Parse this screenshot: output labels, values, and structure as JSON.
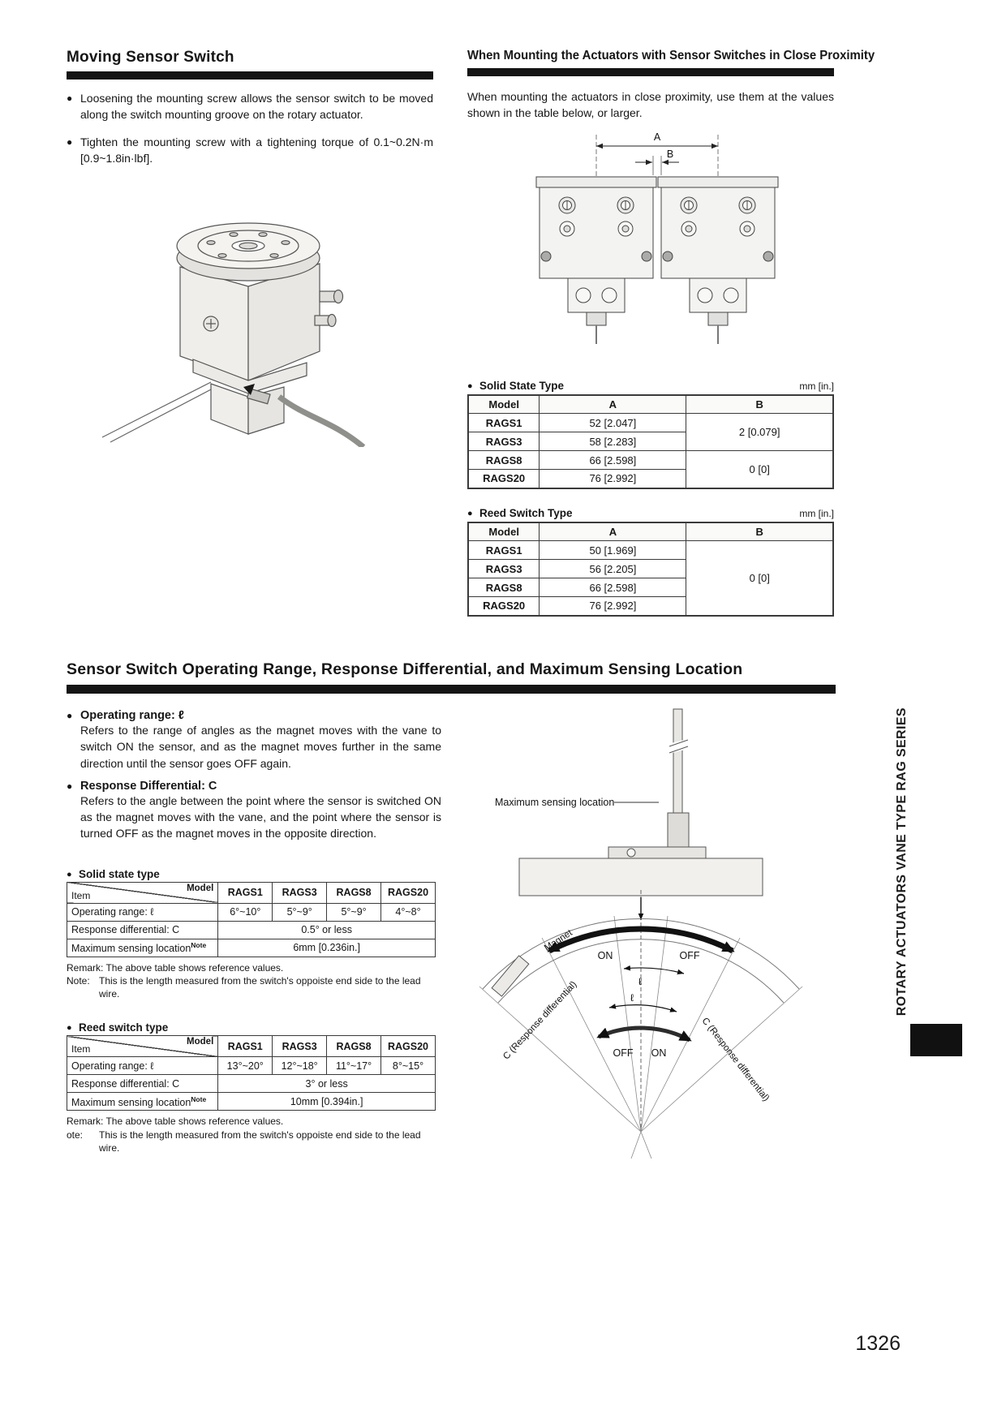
{
  "ui": {
    "bullet": "●"
  },
  "page": {
    "number": "1326",
    "side_title": "ROTARY ACTUATORS VANE TYPE RAG SERIES"
  },
  "moving": {
    "title": "Moving Sensor Switch",
    "bullets": [
      "Loosening the mounting screw allows the sensor switch to be moved along the switch mounting groove on the rotary actuator.",
      "Tighten the mounting screw with a tightening torque of 0.1~0.2N·m [0.9~1.8in·lbf]."
    ]
  },
  "proximity": {
    "title": "When Mounting the Actuators with Sensor Switches in Close Proximity",
    "intro": "When mounting the actuators in close proximity, use them at the values shown in the table below, or larger.",
    "dim_a": "A",
    "dim_b": "B",
    "solid": {
      "label": "Solid State Type",
      "unit": "mm [in.]",
      "headers": [
        "Model",
        "A",
        "B"
      ],
      "rows": [
        {
          "model": "RAGS1",
          "a": "52 [2.047]"
        },
        {
          "model": "RAGS3",
          "a": "58 [2.283]"
        },
        {
          "model": "RAGS8",
          "a": "66 [2.598]"
        },
        {
          "model": "RAGS20",
          "a": "76 [2.992]"
        }
      ],
      "b_top": "2 [0.079]",
      "b_bottom": "0 [0]"
    },
    "reed": {
      "label": "Reed Switch Type",
      "unit": "mm [in.]",
      "headers": [
        "Model",
        "A",
        "B"
      ],
      "rows": [
        {
          "model": "RAGS1",
          "a": "50 [1.969]"
        },
        {
          "model": "RAGS3",
          "a": "56 [2.205]"
        },
        {
          "model": "RAGS8",
          "a": "66 [2.598]"
        },
        {
          "model": "RAGS20",
          "a": "76 [2.992]"
        }
      ],
      "b_all": "0 [0]"
    }
  },
  "sensing": {
    "title": "Sensor Switch Operating Range, Response Differential, and Maximum Sensing Location",
    "op_head": "Operating range: ℓ",
    "op_text": "Refers to the range of angles as the magnet moves with the vane to switch ON the sensor, and as the magnet moves further in the same direction until the sensor goes OFF again.",
    "diff_head": "Response Differential: C",
    "diff_text": "Refers to the angle between the point where the sensor is switched ON as the magnet moves with the vane, and the point where the sensor is turned OFF as the magnet moves in the opposite direction.",
    "solid": {
      "label": "Solid state type",
      "item": "Item",
      "model": "Model",
      "models": [
        "RAGS1",
        "RAGS3",
        "RAGS8",
        "RAGS20"
      ],
      "r1_label": "Operating range: ℓ",
      "r1": [
        "6°~10°",
        "5°~9°",
        "5°~9°",
        "4°~8°"
      ],
      "r2_label": "Response differential: C",
      "r2": "0.5° or less",
      "r3_label": "Maximum sensing location",
      "r3_sup": "Note",
      "r3": "6mm [0.236in.]",
      "remark": "Remark: The above table shows reference values.",
      "note_label": "Note:",
      "note_text": "This is the length measured from the switch's oppoiste end side to the lead wire."
    },
    "reed": {
      "label": "Reed switch type",
      "item": "Item",
      "model": "Model",
      "models": [
        "RAGS1",
        "RAGS3",
        "RAGS8",
        "RAGS20"
      ],
      "r1_label": "Operating range: ℓ",
      "r1": [
        "13°~20°",
        "12°~18°",
        "11°~17°",
        "8°~15°"
      ],
      "r2_label": "Response differential: C",
      "r2": "3° or less",
      "r3_label": "Maximum sensing location",
      "r3_sup": "Note",
      "r3": "10mm [0.394in.]",
      "remark": "Remark: The above table shows reference values.",
      "note_label": "ote:",
      "note_text": "This is the length measured from the switch's oppoiste end side to the lead wire."
    },
    "diagram": {
      "max_label": "Maximum sensing location",
      "magnet": "Magnet",
      "on_top": "ON",
      "off_top": "OFF",
      "ell_top": "ℓ",
      "ell_bottom": "ℓ",
      "off_bottom": "OFF",
      "on_bottom": "ON",
      "c_left": "C (Response differential)",
      "c_right": "C (Response differential)"
    }
  }
}
